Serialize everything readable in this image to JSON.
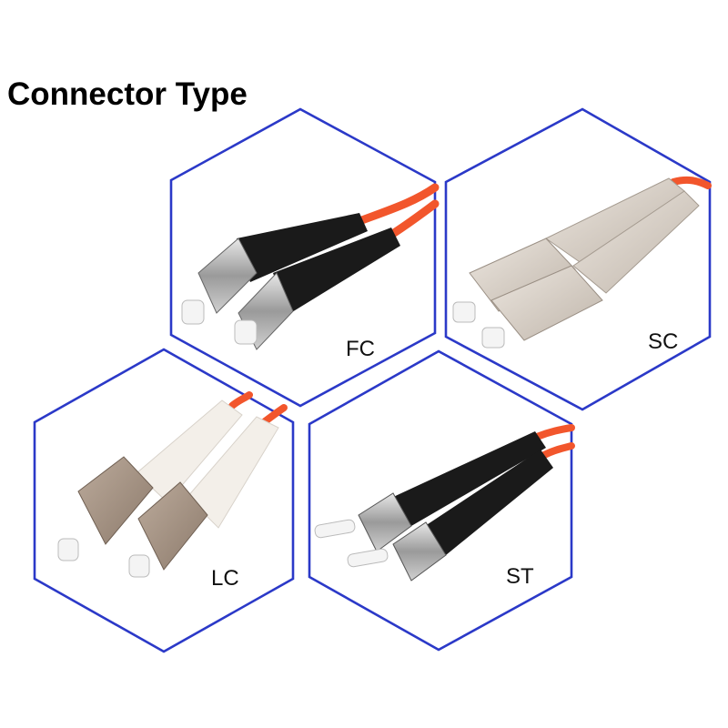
{
  "title": "Connector Type",
  "colors": {
    "hex_border": "#2b39c8",
    "cable": "#f2562c",
    "boot_black": "#1a1a1a",
    "metal": "#b8b8b8",
    "sc_housing": "#dcd4cc",
    "lc_boot": "#f3efe9",
    "lc_housing": "#a99788",
    "ferrule": "#f4f4f4"
  },
  "connectors": [
    {
      "label": "FC",
      "icon": "fc-connector-icon"
    },
    {
      "label": "SC",
      "icon": "sc-connector-icon"
    },
    {
      "label": "LC",
      "icon": "lc-connector-icon"
    },
    {
      "label": "ST",
      "icon": "st-connector-icon"
    }
  ]
}
